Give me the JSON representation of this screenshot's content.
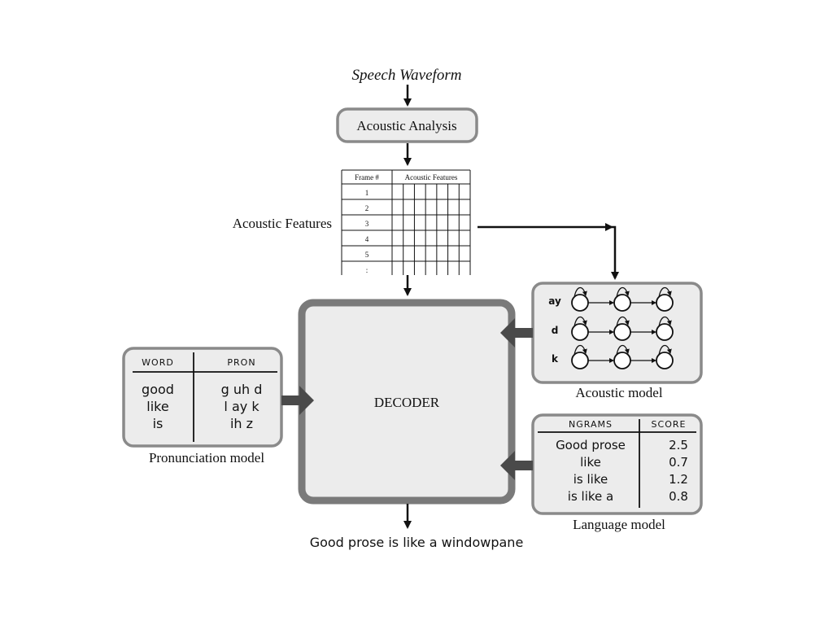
{
  "input": {
    "label": "Speech Waveform"
  },
  "analysis": {
    "label": "Acoustic Analysis"
  },
  "features": {
    "label": "Acoustic Features",
    "table_headers": [
      "Frame #",
      "Acoustic Features"
    ],
    "frames": [
      "1",
      "2",
      "3",
      "4",
      "5",
      ":"
    ]
  },
  "decoder": {
    "label": "DECODER"
  },
  "pronunciation_model": {
    "caption": "Pronunciation model",
    "headers": [
      "WORD",
      "PRON"
    ],
    "rows": [
      {
        "word": "good",
        "pron": "g uh d"
      },
      {
        "word": "like",
        "pron": "l ay k"
      },
      {
        "word": "is",
        "pron": "ih z"
      }
    ]
  },
  "acoustic_model": {
    "caption": "Acoustic model",
    "phones": [
      "ay",
      "d",
      "k"
    ],
    "states_per_phone": 3
  },
  "language_model": {
    "caption": "Language model",
    "headers": [
      "NGRAMS",
      "SCORE"
    ],
    "rows": [
      {
        "ngram": "Good prose",
        "score": "2.5"
      },
      {
        "ngram": "like",
        "score": "0.7"
      },
      {
        "ngram": "is like",
        "score": "1.2"
      },
      {
        "ngram": "is like a",
        "score": "0.8"
      }
    ]
  },
  "output": {
    "text": "Good prose is like a windowpane"
  },
  "colors": {
    "box_fill": "#ececec",
    "box_border": "#8a8a8a",
    "decoder_border": "#7a7a7a",
    "thick_arrow": "#4a4a4a"
  }
}
